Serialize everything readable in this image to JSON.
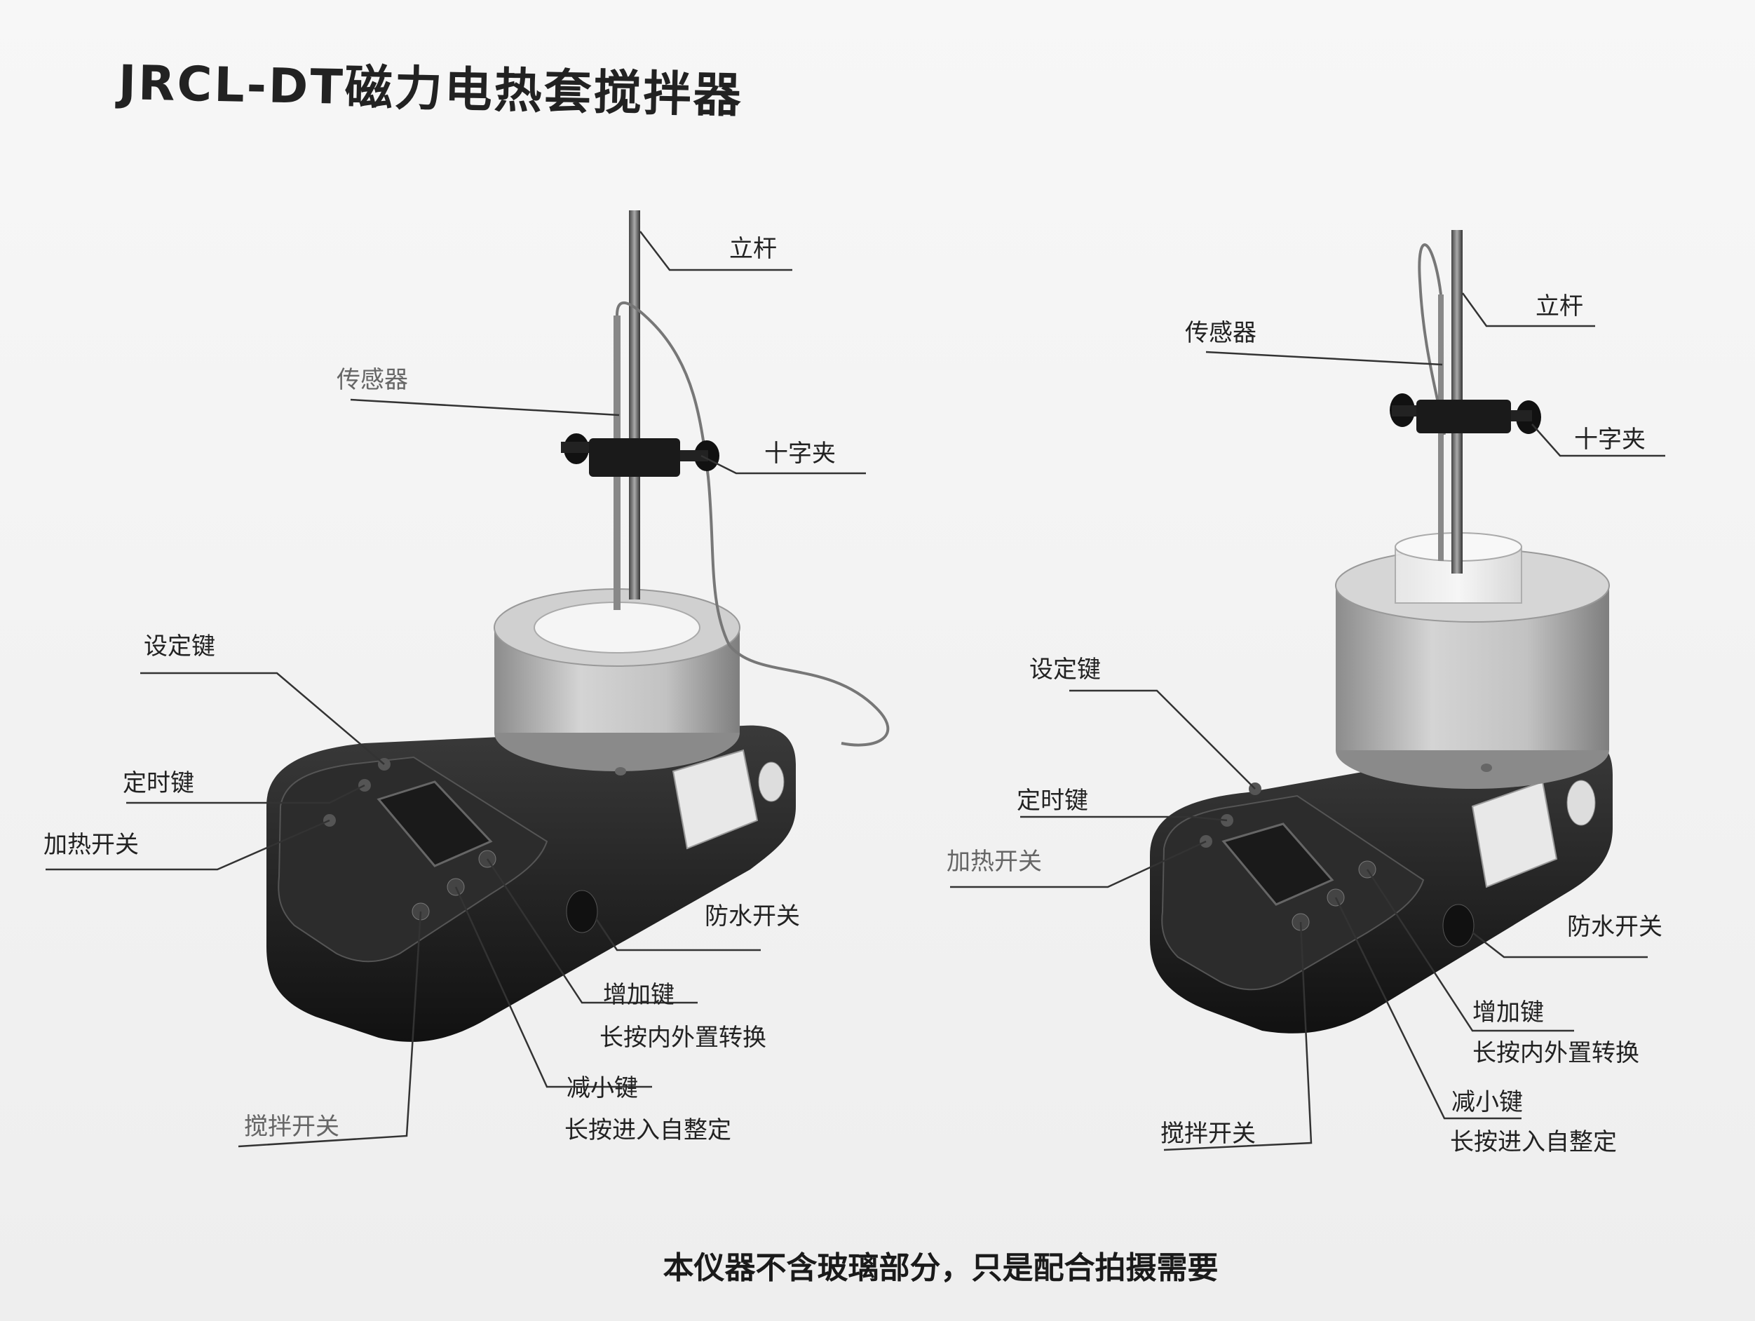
{
  "title": "JRCL-DT磁力电热套搅拌器",
  "footer_note": "本仪器不含玻璃部分，只是配合拍摄需要",
  "left_unit": {
    "labels": {
      "rod": "立杆",
      "sensor": "传感器",
      "clamp": "十字夹",
      "set_key": "设定键",
      "timer_key": "定时键",
      "heat_switch": "加热开关",
      "waterproof_switch": "防水开关",
      "increase_key": "增加键",
      "increase_note": "长按内外置转换",
      "decrease_key": "减小键",
      "decrease_note": "长按进入自整定",
      "stir_switch": "搅拌开关"
    }
  },
  "right_unit": {
    "labels": {
      "rod": "立杆",
      "sensor": "传感器",
      "clamp": "十字夹",
      "set_key": "设定键",
      "timer_key": "定时键",
      "heat_switch": "加热开关",
      "waterproof_switch": "防水开关",
      "increase_key": "增加键",
      "increase_note": "长按内外置转换",
      "decrease_key": "减小键",
      "decrease_note": "长按进入自整定",
      "stir_switch": "搅拌开关"
    }
  },
  "colors": {
    "body": "#1e1e1e",
    "mantle": "#bcbcbc",
    "line": "#333333",
    "background": "#f3f3f3"
  }
}
